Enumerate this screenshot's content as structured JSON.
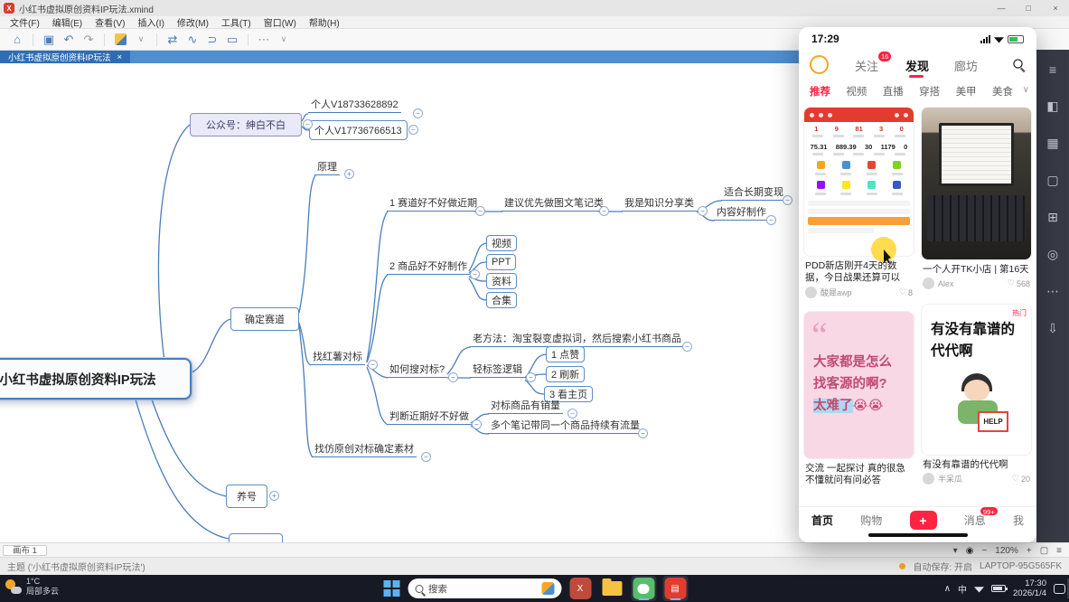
{
  "window": {
    "title": "小红书虚拟原创资料IP玩法.xmind",
    "min": "—",
    "max": "□",
    "close": "×"
  },
  "menu": {
    "items": [
      "文件(F)",
      "编辑(E)",
      "查看(V)",
      "插入(I)",
      "修改(M)",
      "工具(T)",
      "窗口(W)",
      "帮助(H)"
    ]
  },
  "tab": {
    "label": "小红书虚拟原创资料IP玩法",
    "close": "×"
  },
  "toolbar": {
    "icons": [
      "⌂",
      "▣",
      "↶",
      "↷",
      "⇄",
      "∿",
      "⊃",
      "▭",
      "⋯",
      "∨"
    ]
  },
  "mindmap": {
    "central": "小红书虚拟原创资料IP玩法",
    "gzh": "公众号：绅白不白",
    "v1": "个人V18733628892",
    "v2": "个人V17736766513",
    "qdsd": "确定赛道",
    "yuanli": "原理",
    "zhs": "找红薯对标",
    "n1": "1 赛道好不好做近期",
    "jianyi": "建议优先做图文笔记类",
    "zhishi": "我是知识分享类",
    "shihe": "适合长期变现",
    "neirong": "内容好制作",
    "n2": "2 商品好不好制作",
    "shipin": "视频",
    "ppt": "PPT",
    "ziliao": "资料",
    "heji": "合集",
    "ruhe": "如何搜对标?",
    "laoff": "老方法：淘宝裂变虚拟词，然后搜索小红书商品",
    "qbq": "轻标签逻辑",
    "dz": "1 点赞",
    "sx": "2 刷新",
    "kzy": "3 看主页",
    "panduan": "判断近期好不好做",
    "duibiao": "对标商品有销量",
    "duoge": "多个笔记带同一个商品持续有流量",
    "zhaofang": "找仿原创对标确定素材",
    "yanghao": "养号",
    "tog_minus": "−",
    "tog_plus": "+"
  },
  "canvas_footer": {
    "sheet": "画布 1",
    "zoom": "120%",
    "minus": "−",
    "plus": "+",
    "eye": "◉",
    "filter": "▾",
    "fit": "▢",
    "list": "≡"
  },
  "statusbar": {
    "left": "主题 ('小红书虚拟原创资料IP玩法')",
    "autosave": "自动保存: 开启",
    "device": "LAPTOP-95G565FK"
  },
  "phone": {
    "time": "17:29",
    "header": {
      "follow": "关注",
      "follow_badge": "16",
      "discover": "发现",
      "city": "廊坊"
    },
    "tabs": [
      "推荐",
      "视频",
      "直播",
      "穿搭",
      "美甲",
      "美食"
    ],
    "chevron": "∨",
    "heart": "♡",
    "cards": {
      "c1": {
        "stats1": [
          "1",
          "9",
          "81",
          "3",
          "0"
        ],
        "stats2": [
          "75.31",
          "889.39",
          "30",
          "1179",
          "0"
        ],
        "caption": "PDD新店刚开4天的数据，今日战果还算可以",
        "user": "酸犀awp",
        "likes": "8"
      },
      "c2": {
        "caption": "一个人开TK小店 | 第16天",
        "user": "Alex",
        "likes": "568"
      },
      "c3": {
        "l1": "大家都是怎么",
        "l2": "找客源的啊?",
        "l3": "太难了",
        "l3b": "😭😭",
        "caption": "交流 一起探讨 真的很急 不懂就问有问必答"
      },
      "c4": {
        "tag": "热门",
        "l1": "有没有靠谱的",
        "l2": "代代啊",
        "sign": "HELP",
        "caption": "有没有靠谱的代代啊",
        "user": "半呆瓜",
        "likes": "20"
      }
    },
    "nav": {
      "home": "首页",
      "shop": "购物",
      "plus": "+",
      "msg": "消息",
      "badge": "99+",
      "me": "我"
    }
  },
  "sidebar": {
    "icons": [
      "≡",
      "◧",
      "▦",
      "▢",
      "⊞",
      "◎",
      "⋯",
      "⇩"
    ]
  },
  "taskbar": {
    "temp": "1°C",
    "desc": "局部多云",
    "search": "搜索",
    "caret": "∧",
    "ime": "中",
    "time": "17:30",
    "date": "2026/1/4"
  }
}
